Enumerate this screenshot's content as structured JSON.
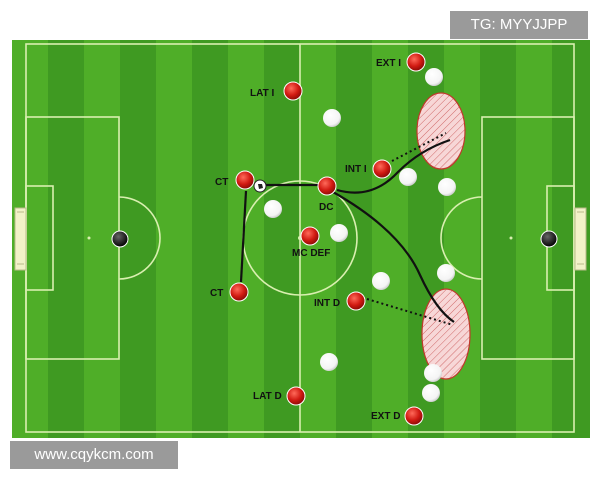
{
  "watermarks": {
    "top_right": "TG: MYYJJPP",
    "bottom_left": "www.cqykcm.com"
  },
  "colors": {
    "grass_dark": "#3f9a22",
    "grass_light": "#58b62c",
    "lines": "#d9efb0",
    "red_player": "#d11a12",
    "white_player": "#ffffff",
    "zone_fill": "#f3c6c6",
    "zone_stroke": "#c0392b"
  },
  "players": {
    "red": [
      {
        "id": "ext-i",
        "label": "EXT I"
      },
      {
        "id": "lat-i",
        "label": "LAT I"
      },
      {
        "id": "ct-top",
        "label": "CT"
      },
      {
        "id": "dc",
        "label": "DC"
      },
      {
        "id": "int-i",
        "label": "INT I"
      },
      {
        "id": "mc-def",
        "label": "MC DEF"
      },
      {
        "id": "ct-bottom",
        "label": "CT"
      },
      {
        "id": "int-d",
        "label": "INT D"
      },
      {
        "id": "lat-d",
        "label": "LAT D"
      },
      {
        "id": "ext-d",
        "label": "EXT D"
      }
    ],
    "white_count": 11
  },
  "icons": {
    "ball": "football-icon",
    "goalkeeper_left": "black-disc-icon",
    "goalkeeper_right": "black-disc-icon"
  }
}
